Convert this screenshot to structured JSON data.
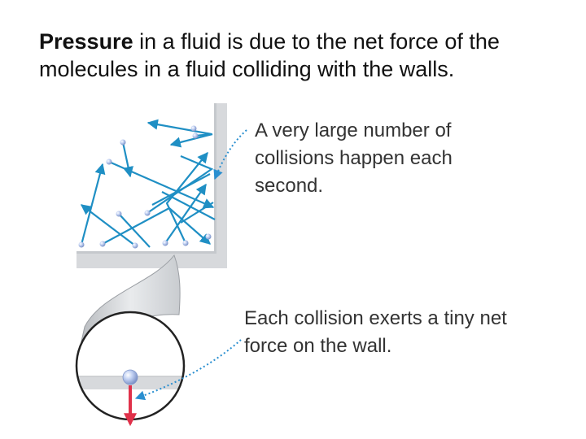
{
  "heading": {
    "bold_term": "Pressure",
    "rest": " in a fluid is due to the net force of the molecules in a fluid colliding with the walls."
  },
  "captions": {
    "collisions_per_second": "A very large number of collisions happen each second.",
    "collision_force": "Each collision exerts a tiny net force on the wall."
  },
  "colors": {
    "arrow_blue": "#1f8fc4",
    "dotted_blue": "#2a8fd0",
    "force_red": "#e0314a",
    "wall_gray": "#d7d9dc",
    "molecule_blue": "#9fb6e8"
  }
}
